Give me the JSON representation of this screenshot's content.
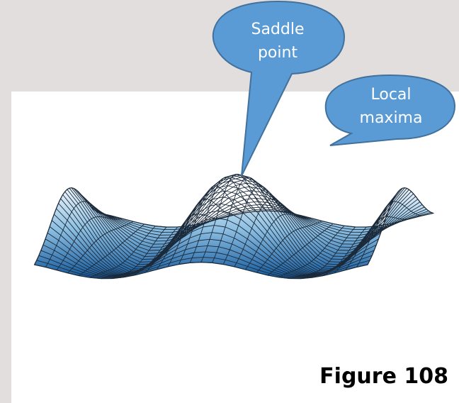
{
  "colors": {
    "canvas_background": "#e3dede",
    "figure_background": "#ffffff",
    "callout_fill": "#5b9bd5",
    "callout_stroke": "#41719c",
    "callout_text": "#ffffff",
    "surface_light": "#eef5fb",
    "surface_mid": "#8ec0e2",
    "surface_dark": "#14599c",
    "mesh_line": "#1b2a3a"
  },
  "callouts": {
    "saddle": {
      "line1": "Saddle",
      "line2": "point"
    },
    "maxima": {
      "line1": "Local",
      "line2": "maxima"
    }
  },
  "figure": {
    "label": "Figure 108"
  }
}
